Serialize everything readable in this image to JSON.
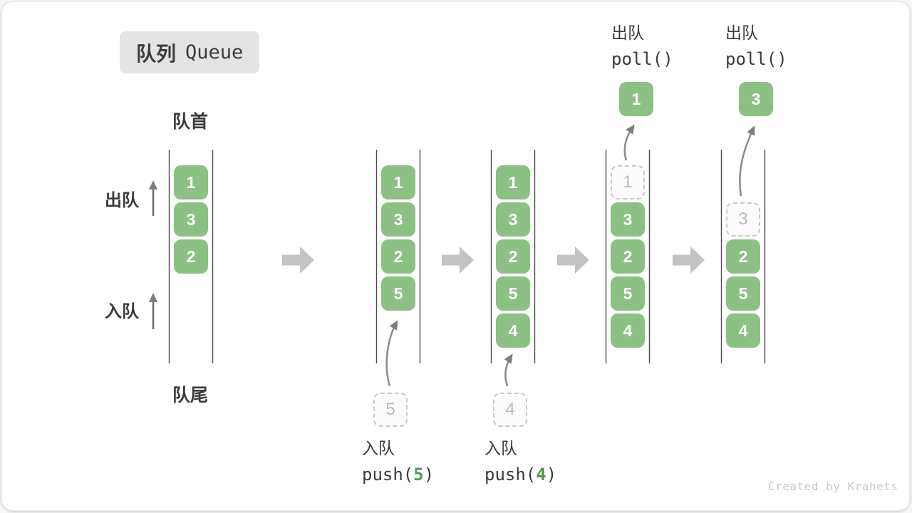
{
  "title": {
    "cn": "队列",
    "en": "Queue"
  },
  "side_labels": {
    "front": "队首",
    "rear": "队尾",
    "dequeue": "出队",
    "enqueue": "入队"
  },
  "states": [
    {
      "boxes": [
        "1",
        "3",
        "2"
      ]
    },
    {
      "boxes": [
        "1",
        "3",
        "2",
        "5"
      ],
      "ghost": "5",
      "op": {
        "label": "入队",
        "fn_open": "push(",
        "arg": "5",
        "fn_close": ")"
      }
    },
    {
      "boxes": [
        "1",
        "3",
        "2",
        "5",
        "4"
      ],
      "ghost": "4",
      "op": {
        "label": "入队",
        "fn_open": "push(",
        "arg": "4",
        "fn_close": ")"
      }
    },
    {
      "boxes": [
        "3",
        "2",
        "5",
        "4"
      ],
      "ghost": "1",
      "floating": "1",
      "op": {
        "label": "出队",
        "fn": "poll()"
      }
    },
    {
      "boxes": [
        "2",
        "5",
        "4"
      ],
      "ghost": "3",
      "floating": "3",
      "op": {
        "label": "出队",
        "fn": "poll()"
      }
    }
  ],
  "watermark": "Created by Krahets",
  "colors": {
    "box_green": "#8cc084",
    "accent_green": "#4d9b4d",
    "ghost_gray": "#c9c9c9",
    "flow_arrow_gray": "#c3c3c3",
    "move_arrow_gray": "#7d7d7d",
    "wall_gray": "#4c4c4c",
    "badge_bg": "#e4e4e4",
    "text_dark": "#3b3b3b"
  }
}
